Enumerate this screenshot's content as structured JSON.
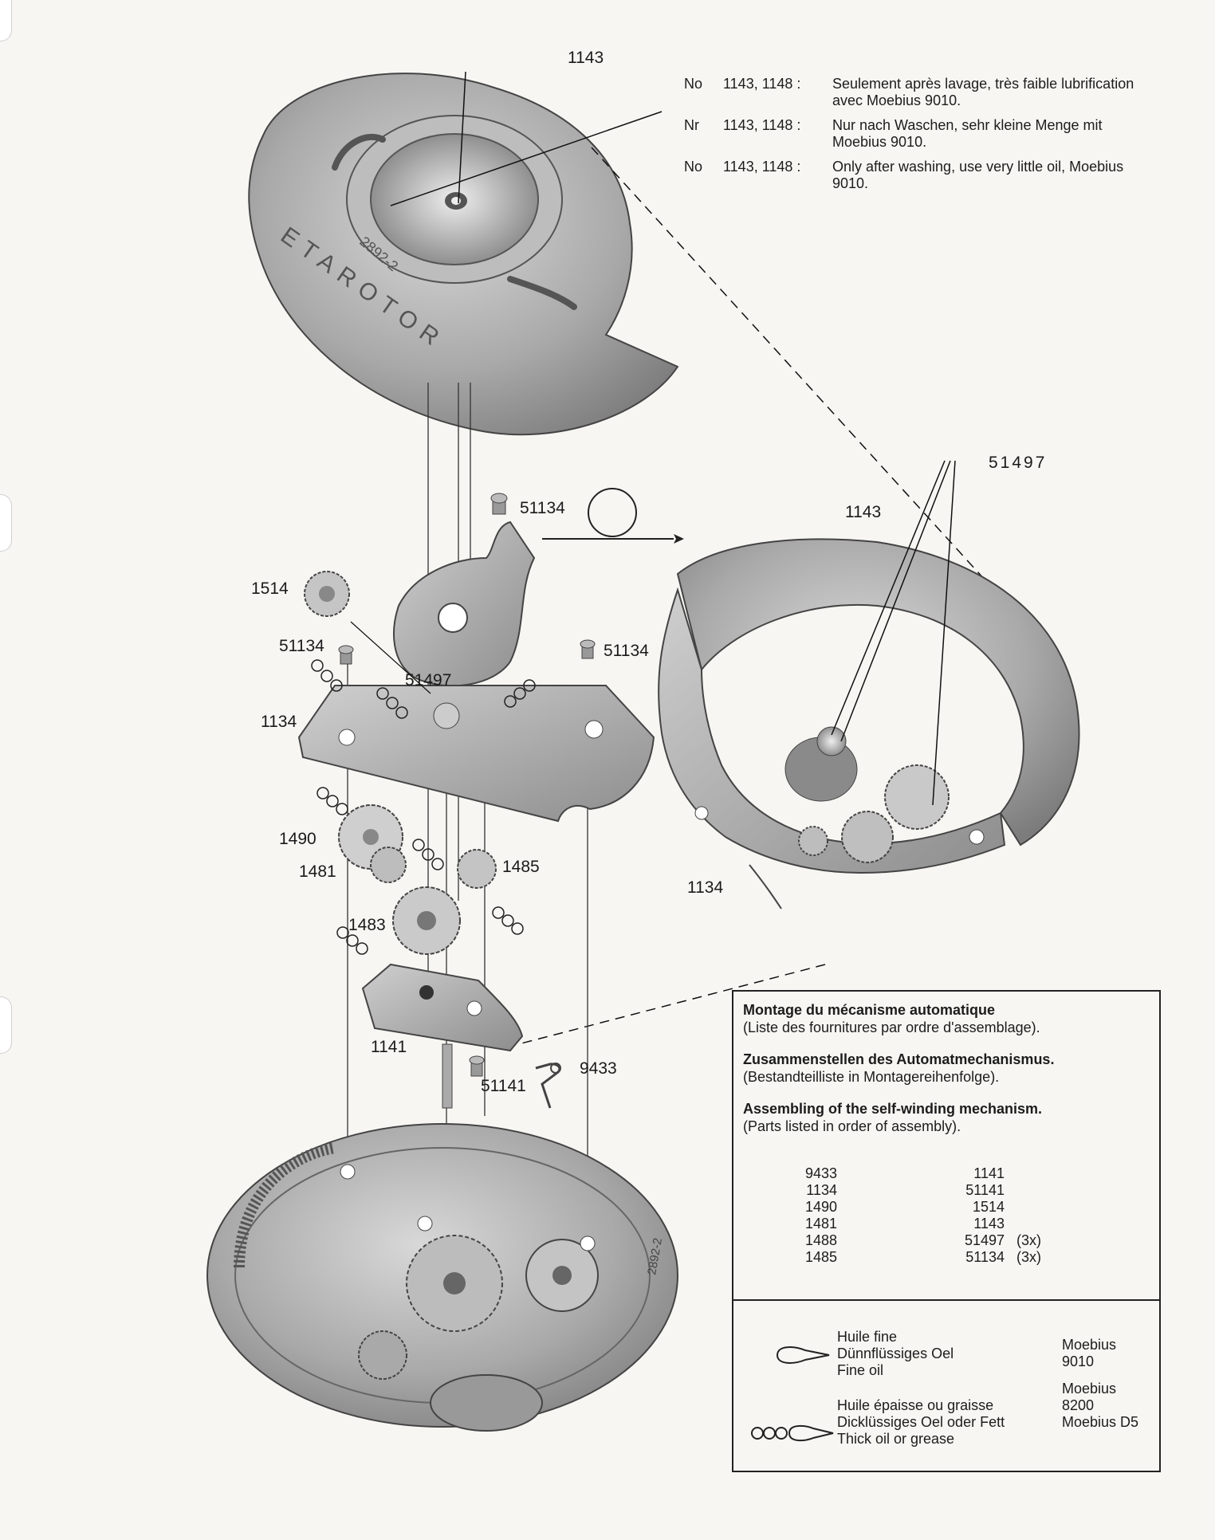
{
  "callouts": {
    "rotor_top": "1143",
    "rotor_right": "1143",
    "screw_top": "51134",
    "spring_right": "51497",
    "wheel_1514": "1514",
    "screw_left": "51134",
    "screw_right": "51134",
    "spring_mid": "51497",
    "bridge_left": "1134",
    "bridge_right": "1134",
    "wheel_1490": "1490",
    "wheel_1481": "1481",
    "wheel_1485": "1485",
    "wheel_1483": "1483",
    "bridge_1141": "1141",
    "screw_51141": "51141",
    "key_9433": "9433",
    "rotor_engraving": "ETAROTOR",
    "caliber_engraving": "2892-2",
    "plate_engraving": "2892-2"
  },
  "notes": [
    {
      "prefix": "No",
      "numbers": "1143, 1148 :",
      "text": "Seulement après lavage, très faible lubrification avec Moebius 9010."
    },
    {
      "prefix": "Nr",
      "numbers": "1143, 1148 :",
      "text": "Nur nach Waschen, sehr kleine Menge mit Moebius 9010."
    },
    {
      "prefix": "No",
      "numbers": "1143, 1148 :",
      "text": "Only after washing, use very little oil, Moebius 9010."
    }
  ],
  "legend": {
    "title_fr": "Montage du mécanisme automatique",
    "sub_fr": "(Liste des fournitures par ordre d'assemblage).",
    "title_de": "Zusammenstellen des Automatmechanismus.",
    "sub_de": "(Bestandteilliste in Montagereihenfolge).",
    "title_en": "Assembling of the self-winding mechanism.",
    "sub_en": "(Parts listed in order of assembly).",
    "parts": [
      {
        "a": "9433",
        "b": "1141",
        "note": ""
      },
      {
        "a": "1134",
        "b": "51141",
        "note": ""
      },
      {
        "a": "1490",
        "b": "1514",
        "note": ""
      },
      {
        "a": "1481",
        "b": "1143",
        "note": ""
      },
      {
        "a": "1488",
        "b": "51497",
        "note": "(3x)"
      },
      {
        "a": "1485",
        "b": "51134",
        "note": "(3x)"
      }
    ],
    "fine_oil": {
      "fr": "Huile fine",
      "de": "Dünnflüssiges Oel",
      "en": "Fine oil",
      "brand1": "Moebius",
      "brand2": "9010"
    },
    "thick_oil": {
      "fr": "Huile épaisse ou graisse",
      "de": "Dicklüssiges Oel oder Fett",
      "en": "Thick oil or grease",
      "brand1": "Moebius",
      "brand2": "8200",
      "brand3": "Moebius D5"
    }
  }
}
